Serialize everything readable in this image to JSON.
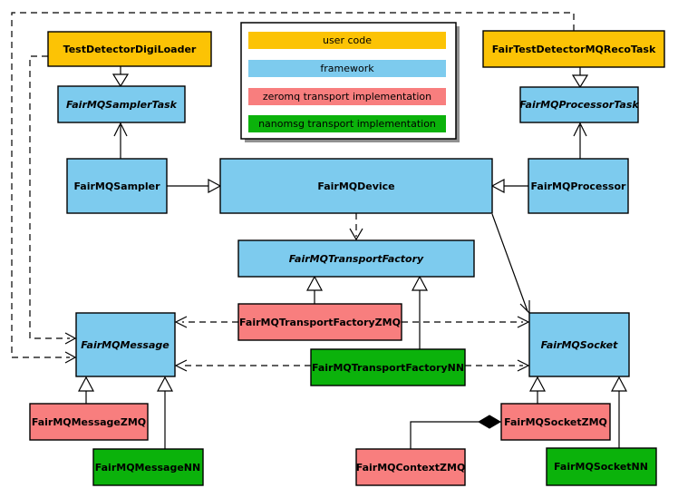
{
  "colors": {
    "user_code": "#FCC305",
    "framework": "#7DCBEE",
    "zeromq": "#F87E7E",
    "nanomsg": "#0BB20B",
    "border": "#000000",
    "shadow": "#909090"
  },
  "legend": {
    "items": [
      {
        "label": "user code",
        "color": "#FCC305"
      },
      {
        "label": "framework",
        "color": "#7DCBEE"
      },
      {
        "label": "zeromq transport implementation",
        "color": "#F87E7E"
      },
      {
        "label": "nanomsg transport implementation",
        "color": "#0BB20B"
      }
    ]
  },
  "nodes": {
    "testDetectorDigiLoader": {
      "label": "TestDetectorDigiLoader"
    },
    "fairTestDetectorMQRecoTask": {
      "label": "FairTestDetectorMQRecoTask"
    },
    "fairMQSamplerTask": {
      "label": "FairMQSamplerTask"
    },
    "fairMQProcessorTask": {
      "label": "FairMQProcessorTask"
    },
    "fairMQSampler": {
      "label": "FairMQSampler"
    },
    "fairMQDevice": {
      "label": "FairMQDevice"
    },
    "fairMQProcessor": {
      "label": "FairMQProcessor"
    },
    "fairMQTransportFactory": {
      "label": "FairMQTransportFactory"
    },
    "fairMQTransportFactoryZMQ": {
      "label": "FairMQTransportFactoryZMQ"
    },
    "fairMQTransportFactoryNN": {
      "label": "FairMQTransportFactoryNN"
    },
    "fairMQMessage": {
      "label": "FairMQMessage"
    },
    "fairMQSocket": {
      "label": "FairMQSocket"
    },
    "fairMQMessageZMQ": {
      "label": "FairMQMessageZMQ"
    },
    "fairMQMessageNN": {
      "label": "FairMQMessageNN"
    },
    "fairMQSocketZMQ": {
      "label": "FairMQSocketZMQ"
    },
    "fairMQSocketNN": {
      "label": "FairMQSocketNN"
    },
    "fairMQContextZMQ": {
      "label": "FairMQContextZMQ"
    }
  },
  "edges": [
    {
      "from": "TestDetectorDigiLoader",
      "to": "FairMQSamplerTask",
      "type": "generalization"
    },
    {
      "from": "FairTestDetectorMQRecoTask",
      "to": "FairMQProcessorTask",
      "type": "generalization"
    },
    {
      "from": "FairMQSampler",
      "to": "FairMQSamplerTask",
      "type": "association"
    },
    {
      "from": "FairMQProcessor",
      "to": "FairMQProcessorTask",
      "type": "association"
    },
    {
      "from": "FairMQSampler",
      "to": "FairMQDevice",
      "type": "generalization"
    },
    {
      "from": "FairMQProcessor",
      "to": "FairMQDevice",
      "type": "generalization"
    },
    {
      "from": "FairMQDevice",
      "to": "FairMQTransportFactory",
      "type": "dependency"
    },
    {
      "from": "FairMQDevice",
      "to": "FairMQSocket",
      "type": "association"
    },
    {
      "from": "FairMQTransportFactoryZMQ",
      "to": "FairMQTransportFactory",
      "type": "generalization"
    },
    {
      "from": "FairMQTransportFactoryNN",
      "to": "FairMQTransportFactory",
      "type": "generalization"
    },
    {
      "from": "FairMQTransportFactoryZMQ",
      "to": "FairMQMessage",
      "type": "dependency"
    },
    {
      "from": "FairMQTransportFactoryZMQ",
      "to": "FairMQSocket",
      "type": "dependency"
    },
    {
      "from": "FairMQTransportFactoryNN",
      "to": "FairMQMessage",
      "type": "dependency"
    },
    {
      "from": "FairMQTransportFactoryNN",
      "to": "FairMQSocket",
      "type": "dependency"
    },
    {
      "from": "TestDetectorDigiLoader",
      "to": "FairMQMessage",
      "type": "dependency"
    },
    {
      "from": "FairTestDetectorMQRecoTask",
      "to": "FairMQMessage",
      "type": "dependency"
    },
    {
      "from": "FairMQMessageZMQ",
      "to": "FairMQMessage",
      "type": "generalization"
    },
    {
      "from": "FairMQMessageNN",
      "to": "FairMQMessage",
      "type": "generalization"
    },
    {
      "from": "FairMQSocketZMQ",
      "to": "FairMQSocket",
      "type": "generalization"
    },
    {
      "from": "FairMQSocketNN",
      "to": "FairMQSocket",
      "type": "generalization"
    },
    {
      "from": "FairMQSocketZMQ",
      "to": "FairMQContextZMQ",
      "type": "composition"
    }
  ]
}
